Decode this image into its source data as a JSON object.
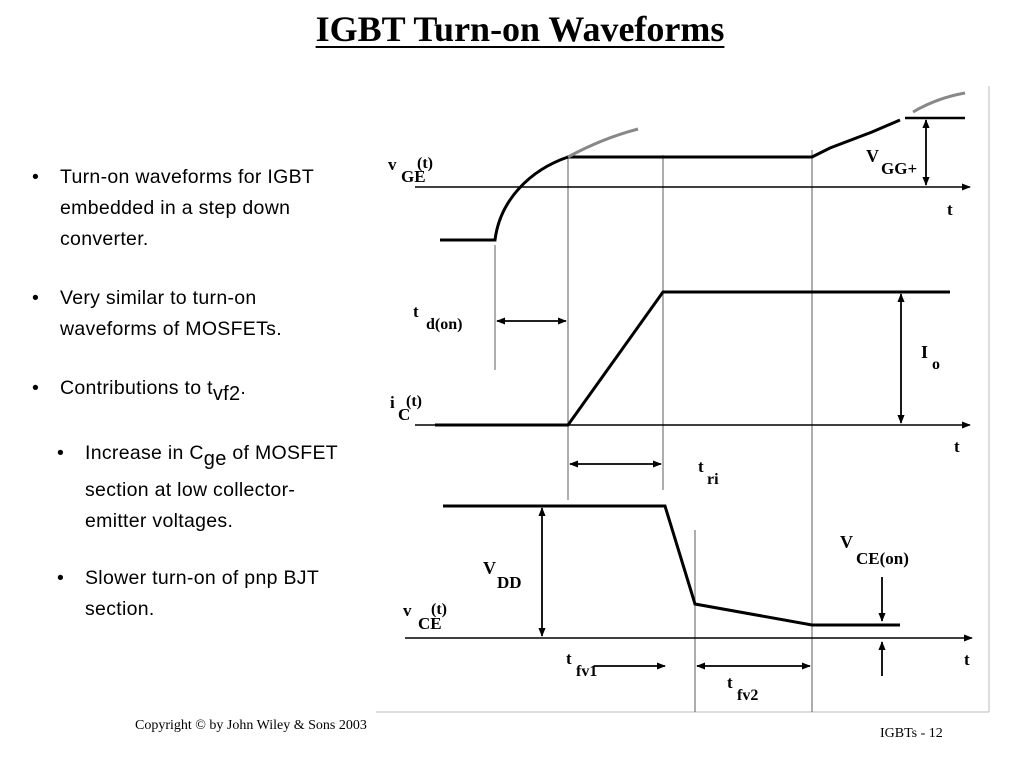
{
  "title": "IGBT Turn-on Waveforms",
  "bullets": [
    {
      "text": "Turn-on waveforms for IGBT embedded in a step down converter."
    },
    {
      "text": "Very similar to turn-on waveforms of MOSFETs."
    },
    {
      "text": "Contributions to t",
      "sub": "vf2",
      "suffix": "."
    }
  ],
  "sub_bullets": [
    {
      "text": "Increase in C",
      "sub": "ge",
      "suffix": " of MOSFET section at low collector-emitter voltages."
    },
    {
      "text": "Slower turn-on of pnp BJT section."
    }
  ],
  "diagram": {
    "vge_label": "v",
    "vge_sub": "GE",
    "vge_arg": "(t)",
    "vgg_label": "V",
    "vgg_sub": "GG+",
    "td_label": "t",
    "td_sub": "d(on)",
    "io_label": "I",
    "io_sub": "o",
    "ic_label": "i",
    "ic_sub": "C",
    "ic_arg": "(t)",
    "tri_label": "t",
    "tri_sub": "ri",
    "vdd_label": "V",
    "vdd_sub": "DD",
    "vceon_label": "V",
    "vceon_sub": "CE(on)",
    "vce_label": "v",
    "vce_sub": "CE",
    "vce_arg": "(t)",
    "tfv1_label": "t",
    "tfv1_sub": "fv1",
    "tfv2_label": "t",
    "tfv2_sub": "fv2",
    "t_axis": "t"
  },
  "footer": {
    "copyright": "Copyright © by John Wiley & Sons 2003",
    "page": "IGBTs -  12"
  }
}
